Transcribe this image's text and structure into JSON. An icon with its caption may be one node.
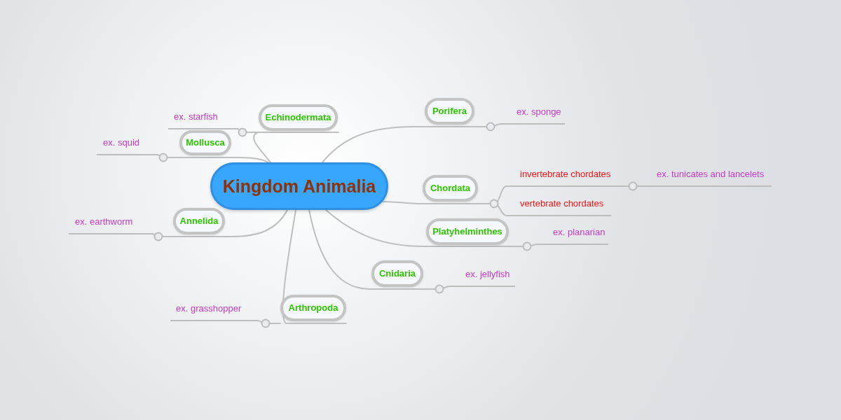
{
  "diagram": {
    "nodes": [
      {
        "text": [
          "Kingdom Animalia"
        ]
      },
      {
        "text": [
          "Echinodermata"
        ]
      },
      {
        "text": [
          "ex. starfish"
        ]
      },
      {
        "text": [
          "Mollusca"
        ]
      },
      {
        "text": [
          "ex. squid"
        ]
      },
      {
        "text": [
          "Porifera"
        ]
      },
      {
        "text": [
          "ex. sponge"
        ]
      },
      {
        "text": [
          "Chordata"
        ]
      },
      {
        "text": [
          "invertebrate chordates"
        ]
      },
      {
        "text": [
          "ex. tunicates and lancelets"
        ]
      },
      {
        "text": [
          "vertebrate chordates"
        ]
      },
      {
        "text": [
          "Annelida"
        ]
      },
      {
        "text": [
          "ex. earthworm"
        ]
      },
      {
        "text": [
          "Platyhelminthes"
        ]
      },
      {
        "text": [
          "ex. planarian"
        ]
      },
      {
        "text": [
          "Cnidaria"
        ]
      },
      {
        "text": [
          "ex. jellyfish"
        ]
      },
      {
        "text": [
          "Arthropoda"
        ]
      },
      {
        "text": [
          "ex. grasshopper"
        ]
      }
    ],
    "edges": [
      {
        "from": 0,
        "to": 1,
        "arrow": "none"
      },
      {
        "from": 1,
        "to": 2,
        "arrow": "none"
      },
      {
        "from": 0,
        "to": 3,
        "arrow": "none"
      },
      {
        "from": 3,
        "to": 4,
        "arrow": "none"
      },
      {
        "from": 0,
        "to": 5,
        "arrow": "none"
      },
      {
        "from": 5,
        "to": 6,
        "arrow": "none"
      },
      {
        "from": 0,
        "to": 7,
        "arrow": "none"
      },
      {
        "from": 7,
        "to": 8,
        "arrow": "none"
      },
      {
        "from": 8,
        "to": 9,
        "arrow": "none"
      },
      {
        "from": 7,
        "to": 10,
        "arrow": "none"
      },
      {
        "from": 0,
        "to": 11,
        "arrow": "none"
      },
      {
        "from": 11,
        "to": 12,
        "arrow": "none"
      },
      {
        "from": 0,
        "to": 13,
        "arrow": "none"
      },
      {
        "from": 13,
        "to": 14,
        "arrow": "none"
      },
      {
        "from": 0,
        "to": 15,
        "arrow": "none"
      },
      {
        "from": 15,
        "to": 16,
        "arrow": "none"
      },
      {
        "from": 0,
        "to": 17,
        "arrow": "none"
      },
      {
        "from": 17,
        "to": 18,
        "arrow": "none"
      }
    ]
  }
}
